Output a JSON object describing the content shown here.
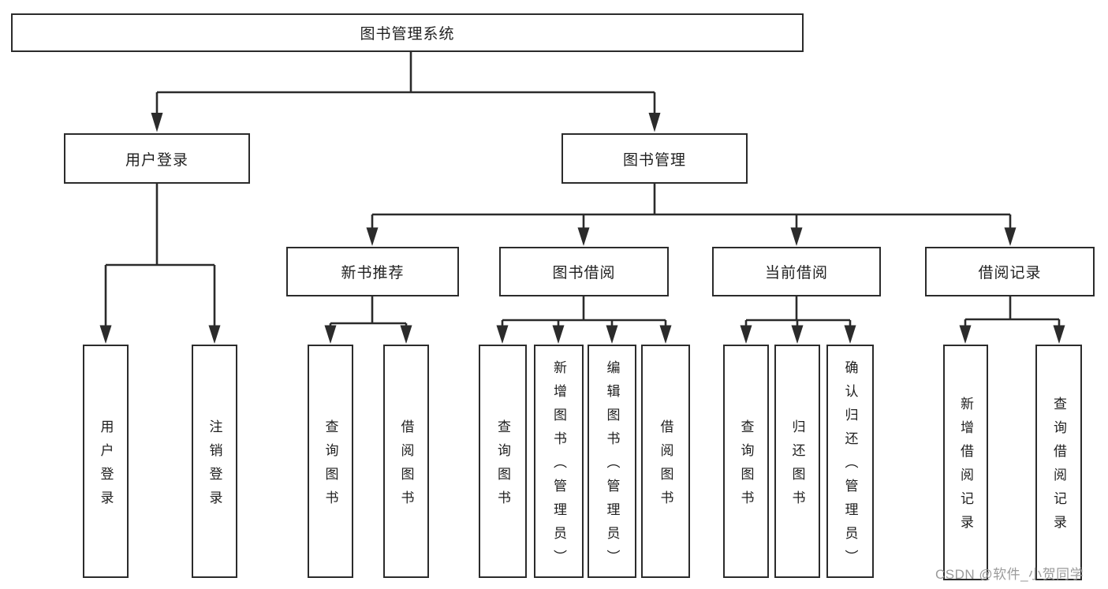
{
  "diagram_type": "hierarchy-tree",
  "tree": {
    "label": "图书管理系统",
    "children": [
      {
        "label": "用户登录",
        "children": [
          {
            "label": "用户登录"
          },
          {
            "label": "注销登录"
          }
        ]
      },
      {
        "label": "图书管理",
        "children": [
          {
            "label": "新书推荐",
            "children": [
              {
                "label": "查询图书"
              },
              {
                "label": "借阅图书"
              }
            ]
          },
          {
            "label": "图书借阅",
            "children": [
              {
                "label": "查询图书"
              },
              {
                "label": "新增图书（管理员）"
              },
              {
                "label": "编辑图书（管理员）"
              },
              {
                "label": "借阅图书"
              }
            ]
          },
          {
            "label": "当前借阅",
            "children": [
              {
                "label": "查询图书"
              },
              {
                "label": "归还图书"
              },
              {
                "label": "确认归还（管理员）"
              }
            ]
          },
          {
            "label": "借阅记录",
            "children": [
              {
                "label": "新增借阅记录"
              },
              {
                "label": "查询借阅记录"
              }
            ]
          }
        ]
      }
    ]
  },
  "watermark": "CSDN @软件_小贺同学",
  "colors": {
    "line": "#2b2b2b",
    "box_border": "#2b2b2b",
    "box_fill": "#ffffff",
    "text": "#1f1f1f",
    "watermark_text": "#9b9b9b",
    "background": "#ffffff"
  }
}
